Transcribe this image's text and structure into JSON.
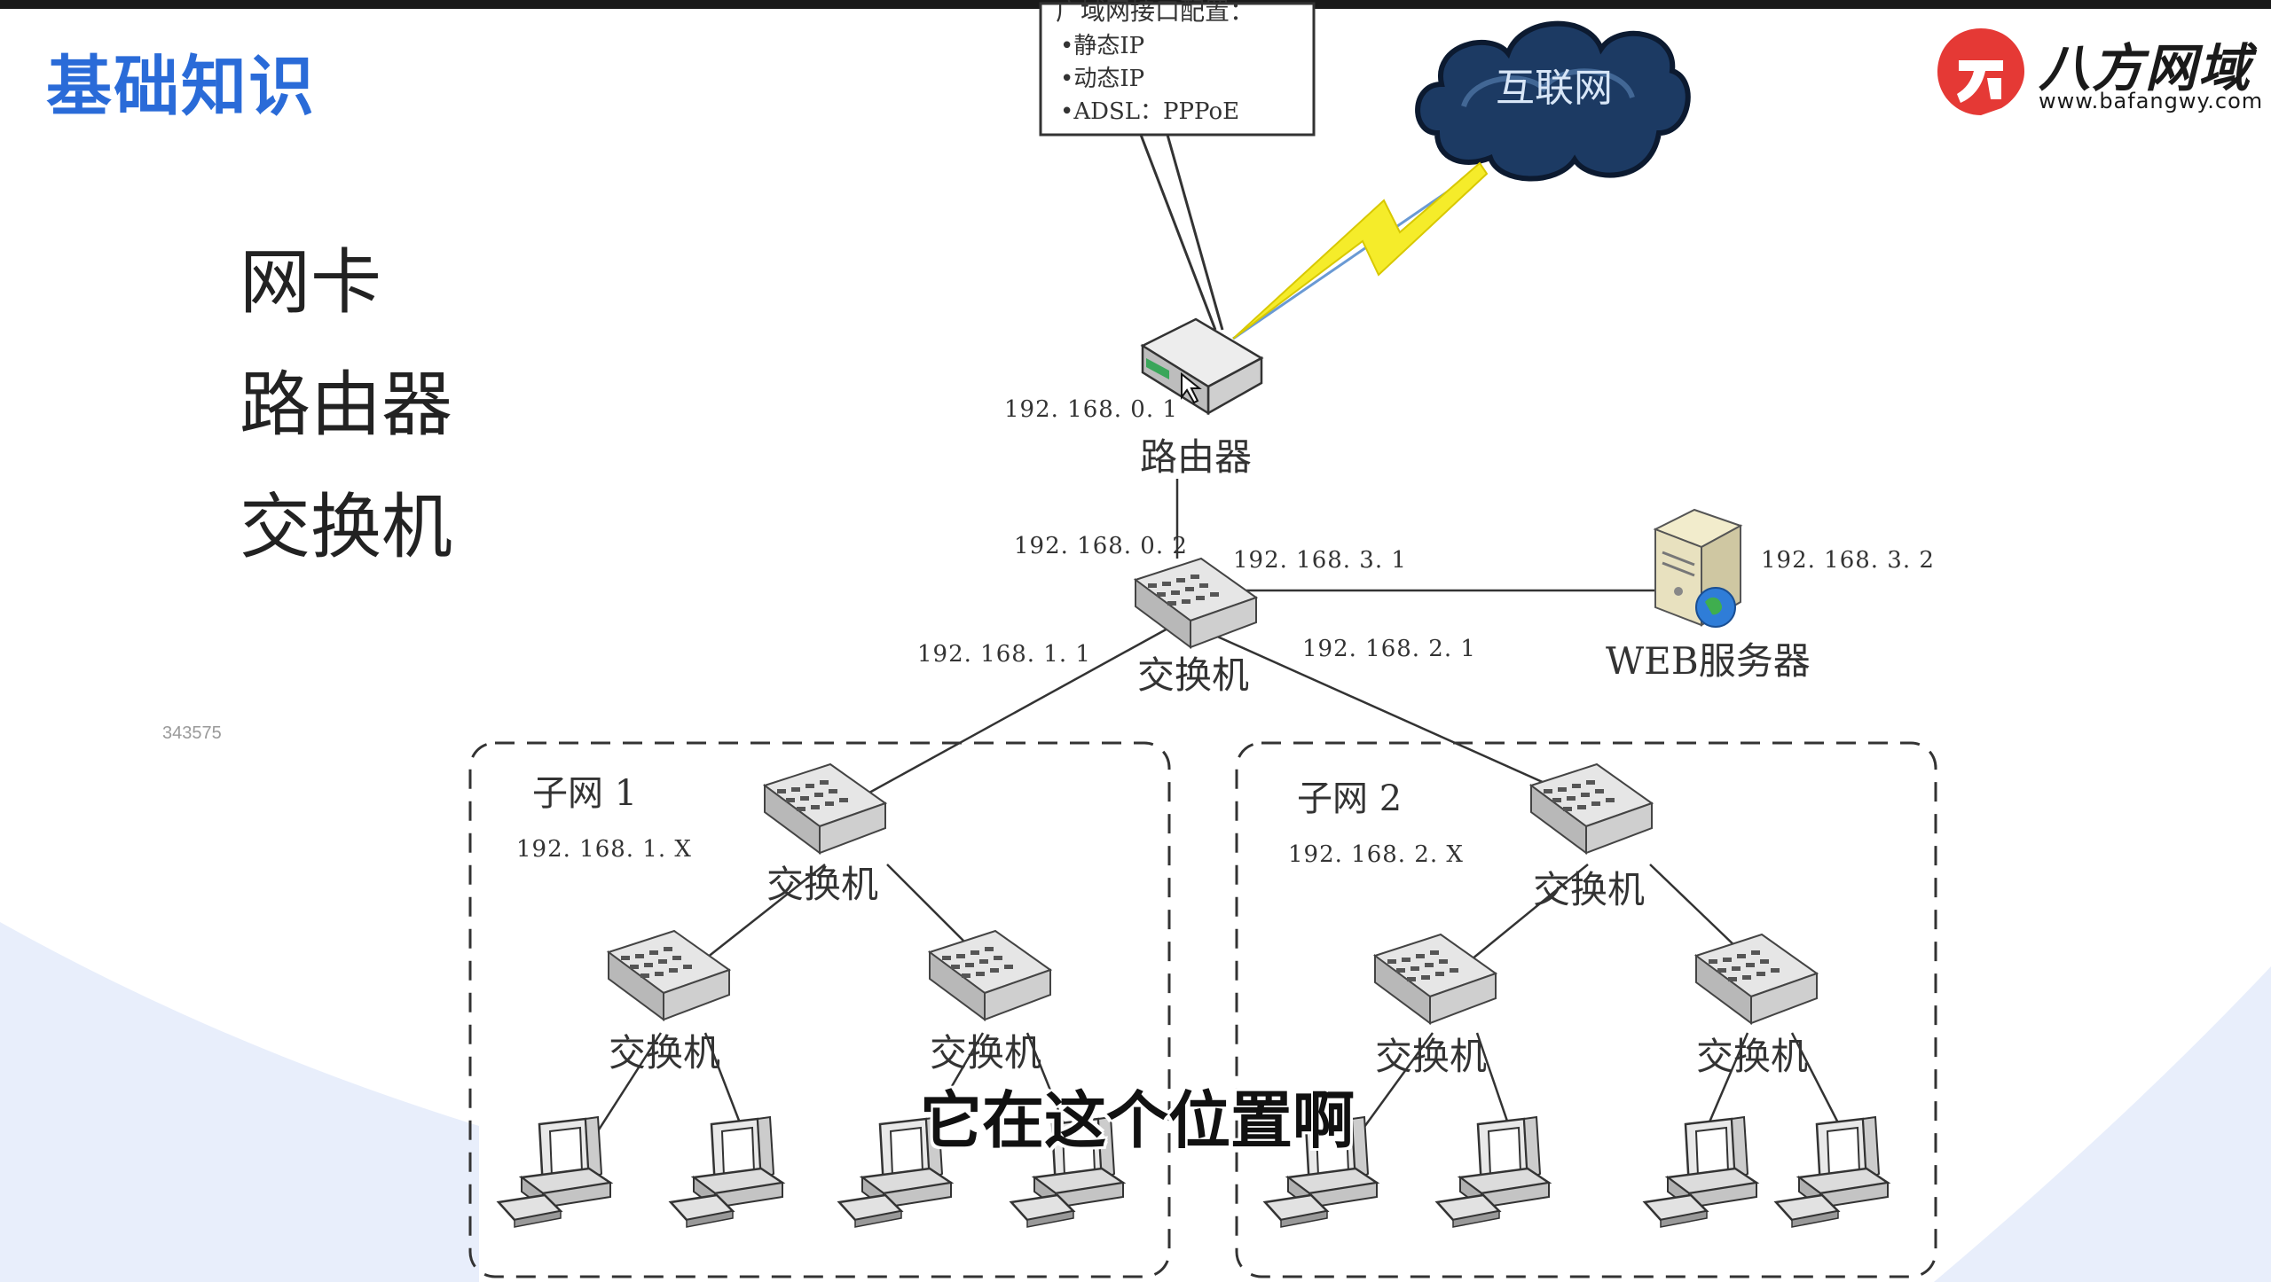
{
  "slide": {
    "title": "基础知识",
    "topics": [
      "网卡",
      "路由器",
      "交换机"
    ],
    "code": "343575"
  },
  "brand": {
    "name": "八方网域",
    "url": "www.bafangwy.com",
    "color": "#e53935"
  },
  "diagram": {
    "wan_config": {
      "title": "广域网接口配置：",
      "items": [
        "•静态IP",
        "•动态IP",
        "•ADSL：PPPoE"
      ]
    },
    "internet_label": "互联网",
    "router": {
      "label": "路由器",
      "ip": "192. 168. 0. 1"
    },
    "core_switch": {
      "label": "交换机",
      "ip_up": "192. 168. 0. 2",
      "ip_left": "192. 168. 1. 1",
      "ip_right": "192. 168. 2. 1",
      "ip_server_port": "192. 168. 3. 1"
    },
    "server": {
      "label": "WEB服务器",
      "ip": "192. 168. 3. 2"
    },
    "subnet1": {
      "label": "子网  1",
      "range": "192. 168. 1. X"
    },
    "subnet2": {
      "label": "子网  2",
      "range": "192. 168. 2. X"
    },
    "switch_label": "交换机"
  },
  "subtitle": "它在这个位置啊"
}
